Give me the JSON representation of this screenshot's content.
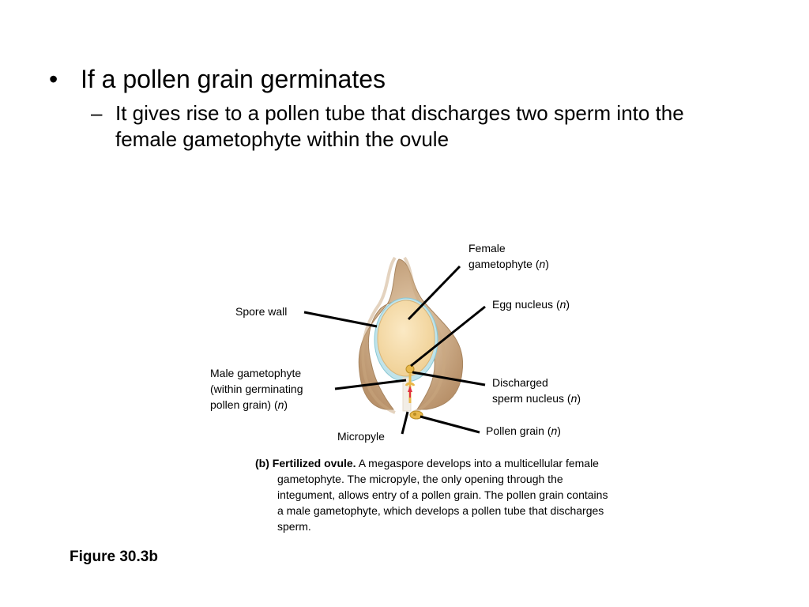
{
  "slide": {
    "bullet": {
      "symbol": "•",
      "text": "If a pollen grain germinates"
    },
    "sub_bullet": {
      "symbol": "–",
      "text": "It gives rise to a pollen tube that discharges two sperm into the female gametophyte within the ovule"
    }
  },
  "figure": {
    "labels": {
      "female_gametophyte_line1": "Female",
      "female_gametophyte_line2": "gametophyte (",
      "female_gametophyte_n": "n",
      "female_gametophyte_close": ")",
      "egg_nucleus": "Egg nucleus (",
      "egg_nucleus_n": "n",
      "egg_nucleus_close": ")",
      "spore_wall": "Spore wall",
      "male_line1": "Male gametophyte",
      "male_line2": "(within germinating",
      "male_line3": "pollen grain) (",
      "male_n": "n",
      "male_close": ")",
      "discharged_line1": "Discharged",
      "discharged_line2": "sperm nucleus (",
      "discharged_n": "n",
      "discharged_close": ")",
      "pollen_grain": "Pollen grain (",
      "pollen_grain_n": "n",
      "pollen_grain_close": ")",
      "micropyle": "Micropyle"
    },
    "caption": {
      "bold": "(b) Fertilized ovule.",
      "text": " A megaspore develops into a multicellular female gametophyte. The micropyle, the only opening through the integument, allows entry of a pollen grain. The pollen grain contains a male gametophyte, which develops a pollen tube that discharges sperm."
    },
    "figure_number": "Figure 30.3b",
    "colors": {
      "integument": "#c9a77f",
      "spore_wall_blue": "#bfe3ea",
      "gametophyte": "#f6d9a2",
      "pollen": "#e8b84a",
      "arrow": "#e0303f",
      "leader_line": "#000000"
    }
  }
}
